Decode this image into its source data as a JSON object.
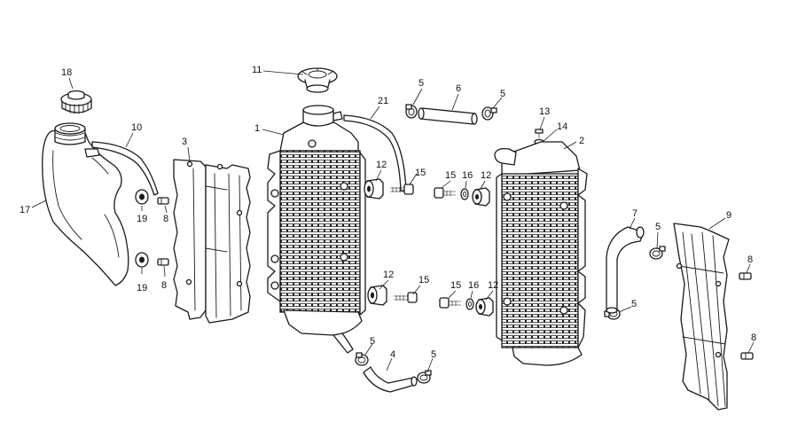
{
  "callouts": [
    {
      "id": "c18",
      "label": "18"
    },
    {
      "id": "c10",
      "label": "10"
    },
    {
      "id": "c17",
      "label": "17"
    },
    {
      "id": "c3",
      "label": "3"
    },
    {
      "id": "c19a",
      "label": "19"
    },
    {
      "id": "c19b",
      "label": "19"
    },
    {
      "id": "c8a",
      "label": "8"
    },
    {
      "id": "c8b",
      "label": "8"
    },
    {
      "id": "c11",
      "label": "11"
    },
    {
      "id": "c1",
      "label": "1"
    },
    {
      "id": "c21",
      "label": "21"
    },
    {
      "id": "c12a",
      "label": "12"
    },
    {
      "id": "c15a",
      "label": "15"
    },
    {
      "id": "c12b",
      "label": "12"
    },
    {
      "id": "c15b",
      "label": "15"
    },
    {
      "id": "c5a",
      "label": "5"
    },
    {
      "id": "c6",
      "label": "6"
    },
    {
      "id": "c5b",
      "label": "5"
    },
    {
      "id": "c15c",
      "label": "15"
    },
    {
      "id": "c16a",
      "label": "16"
    },
    {
      "id": "c12c",
      "label": "12"
    },
    {
      "id": "c15d",
      "label": "15"
    },
    {
      "id": "c16b",
      "label": "16"
    },
    {
      "id": "c12d",
      "label": "12"
    },
    {
      "id": "c13",
      "label": "13"
    },
    {
      "id": "c14",
      "label": "14"
    },
    {
      "id": "c2",
      "label": "2"
    },
    {
      "id": "c7",
      "label": "7"
    },
    {
      "id": "c5c",
      "label": "5"
    },
    {
      "id": "c5d",
      "label": "5"
    },
    {
      "id": "c9",
      "label": "9"
    },
    {
      "id": "c8c",
      "label": "8"
    },
    {
      "id": "c8d",
      "label": "8"
    },
    {
      "id": "c5e",
      "label": "5"
    },
    {
      "id": "c4",
      "label": "4"
    },
    {
      "id": "c5f",
      "label": "5"
    }
  ]
}
